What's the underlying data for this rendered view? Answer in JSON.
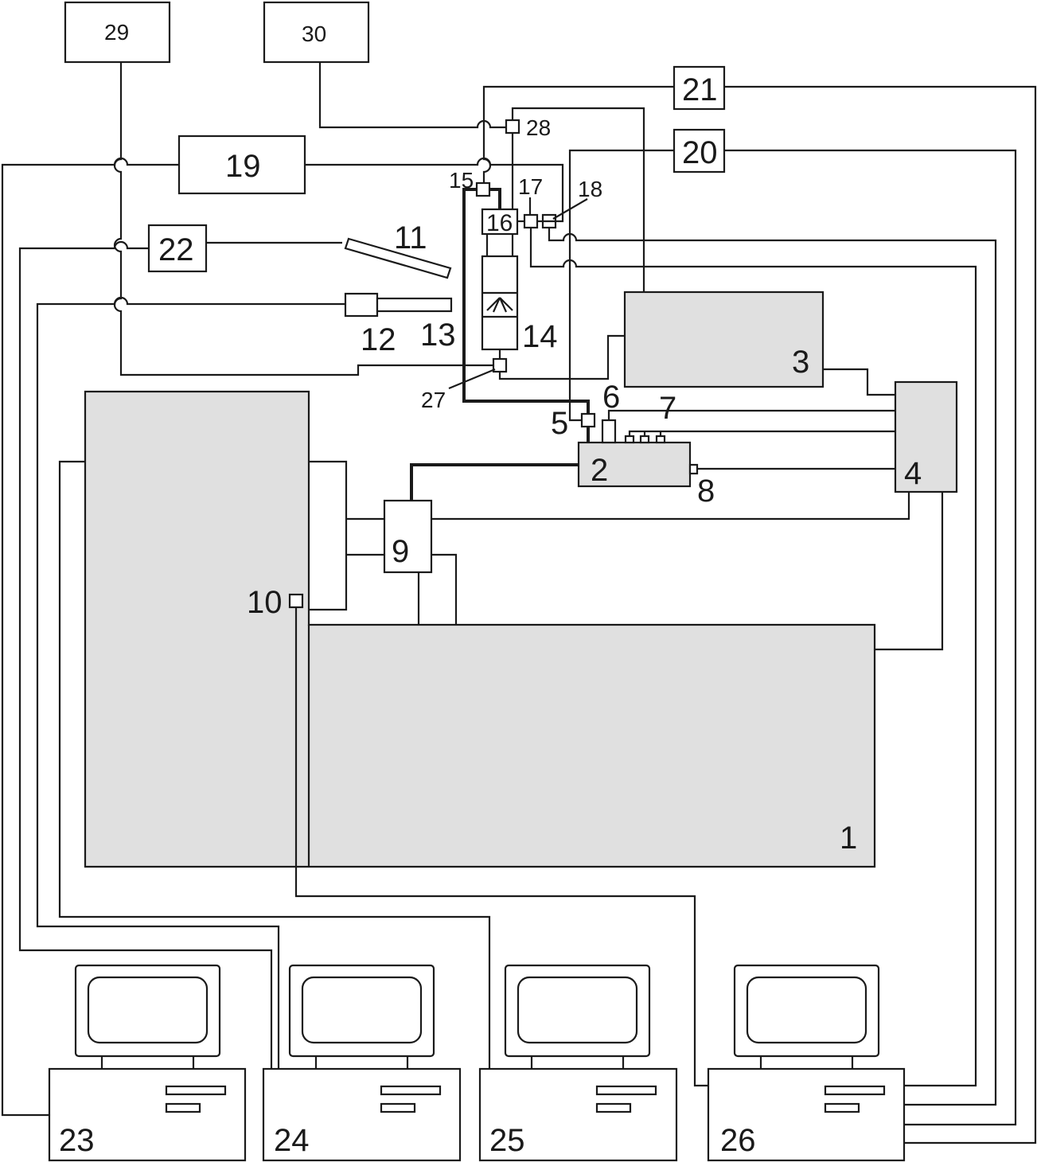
{
  "labels": {
    "l1": "1",
    "l2": "2",
    "l3": "3",
    "l4": "4",
    "l5": "5",
    "l6": "6",
    "l7": "7",
    "l8": "8",
    "l9": "9",
    "l10": "10",
    "l11": "11",
    "l12": "12",
    "l13": "13",
    "l14": "14",
    "l15": "15",
    "l16": "16",
    "l17": "17",
    "l18": "18",
    "l19": "19",
    "l20": "20",
    "l21": "21",
    "l22": "22",
    "l23": "23",
    "l24": "24",
    "l25": "25",
    "l26": "26",
    "l27": "27",
    "l28": "28",
    "l29": "29",
    "l30": "30"
  }
}
